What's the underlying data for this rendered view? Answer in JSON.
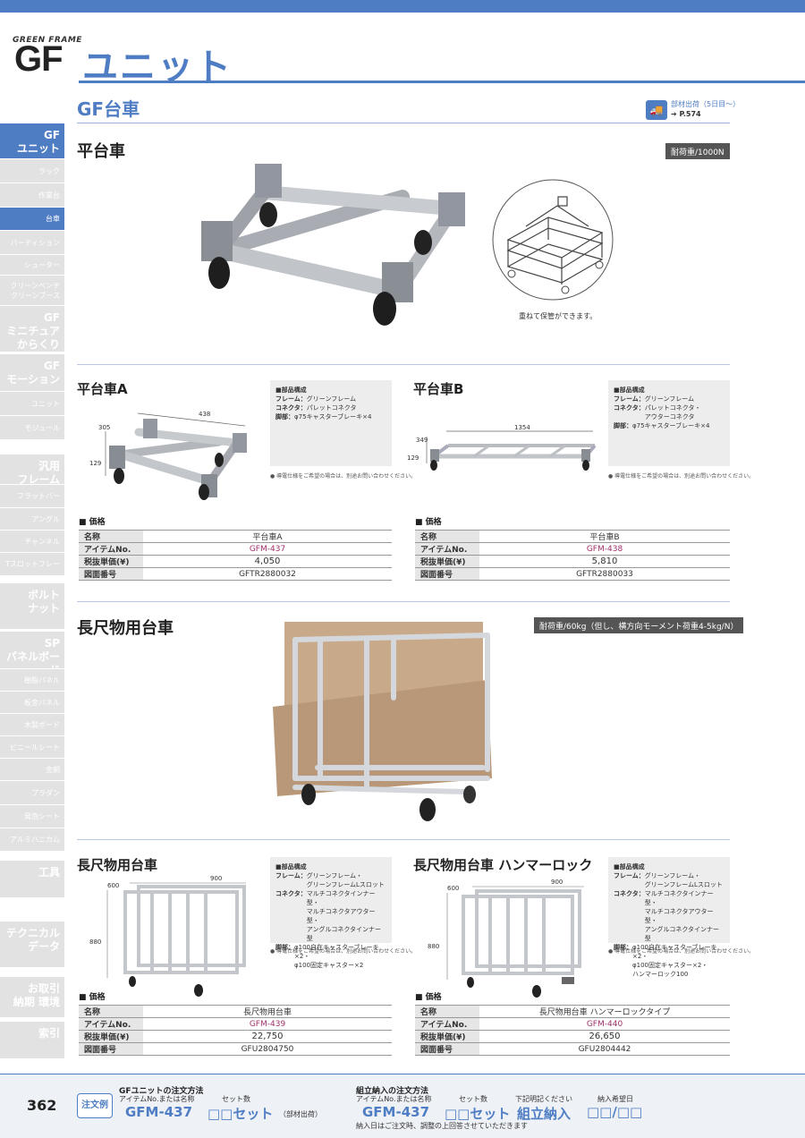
{
  "header": {
    "brand_small": "GREEN FRAME",
    "brand_gf": "GF",
    "brand_unit": "ユニット",
    "section_title": "GF台車",
    "ship_line1": "部材出荷（5日目〜）",
    "ship_ref": "➔ P.574",
    "accent_color": "#4f7dc4"
  },
  "sidebar": [
    {
      "label": "GF\nユニット",
      "group": true,
      "state": "active"
    },
    {
      "label": "ラック"
    },
    {
      "label": "作業台"
    },
    {
      "label": "台車",
      "state": "active"
    },
    {
      "label": "パーティション"
    },
    {
      "label": "シューター"
    },
    {
      "label": "クリーンベンチ\nクリーンブース"
    },
    {
      "label": "GF\nミニチュア\nからくり",
      "group": true
    },
    {
      "label": "GF\nモーション",
      "group": true
    },
    {
      "label": "ユニット"
    },
    {
      "label": "モジュール"
    },
    {
      "label": "汎用\nフレーム",
      "group": true
    },
    {
      "label": "フラットバー"
    },
    {
      "label": "アングル"
    },
    {
      "label": "チャンネル"
    },
    {
      "label": "Tスロットフレーム"
    },
    {
      "label": "ボルト\nナット",
      "group": true
    },
    {
      "label": "SP\nパネルボード",
      "group": true
    },
    {
      "label": "樹脂パネル"
    },
    {
      "label": "板金パネル"
    },
    {
      "label": "木製ボード"
    },
    {
      "label": "ビニールシート"
    },
    {
      "label": "金網"
    },
    {
      "label": "プラダン"
    },
    {
      "label": "発泡シート"
    },
    {
      "label": "アルミハニカム"
    },
    {
      "label": "工具",
      "group": true
    },
    {
      "label": "テクニカル\nデータ",
      "group": true
    },
    {
      "label": "お取引\n納期 環境",
      "group": true
    },
    {
      "label": "索引",
      "group": true
    }
  ],
  "flat": {
    "title": "平台車",
    "load": "耐荷重/1000N",
    "stack_caption": "重ねて保管ができます。"
  },
  "flat_a": {
    "title": "平台車A",
    "dims": {
      "w": "438",
      "d": "305",
      "h": "129"
    },
    "spec_title": "■部品構成",
    "spec": [
      {
        "k": "フレーム",
        "v": "グリーンフレーム"
      },
      {
        "k": "コネクタ",
        "v": "パレットコネクタ"
      },
      {
        "k": "脚部",
        "v": "φ75キャスターブレーキ×4"
      }
    ],
    "note": "● 導電仕様をご希望の場合は、別途お問い合わせください。",
    "price_title": "■ 価格",
    "rows": [
      {
        "k": "名称",
        "v": "平台車A"
      },
      {
        "k": "アイテムNo.",
        "v": "GFM-437"
      },
      {
        "k": "税抜単価(¥)",
        "v": "4,050"
      },
      {
        "k": "図面番号",
        "v": "GFTR2880032"
      }
    ]
  },
  "flat_b": {
    "title": "平台車B",
    "dims": {
      "w": "1354",
      "d": "349",
      "h": "129"
    },
    "spec_title": "■部品構成",
    "spec": [
      {
        "k": "フレーム",
        "v": "グリーンフレーム"
      },
      {
        "k": "コネクタ",
        "v": "パレットコネクタ・\nアウターコネクタ"
      },
      {
        "k": "脚部",
        "v": "φ75キャスターブレーキ×4"
      }
    ],
    "note": "● 導電仕様をご希望の場合は、別途お問い合わせください。",
    "price_title": "■ 価格",
    "rows": [
      {
        "k": "名称",
        "v": "平台車B"
      },
      {
        "k": "アイテムNo.",
        "v": "GFM-438"
      },
      {
        "k": "税抜単価(¥)",
        "v": "5,810"
      },
      {
        "k": "図面番号",
        "v": "GFTR2880033"
      }
    ]
  },
  "long": {
    "title": "長尺物用台車",
    "load": "耐荷重/60kg（但し、横方向モーメント荷重4-5kg/N）"
  },
  "long_a": {
    "title": "長尺物用台車",
    "dims": {
      "w": "900",
      "d": "600",
      "h": "880"
    },
    "spec_title": "■部品構成",
    "spec": [
      {
        "k": "フレーム",
        "v": "グリーンフレーム・\nグリーンフレームLスロット"
      },
      {
        "k": "コネクタ",
        "v": "マルチコネクタインナー型・\nマルチコネクタアウター型・\nアングルコネクタインナー型"
      },
      {
        "k": "脚部",
        "v": "φ100自在キャスターブレーキ×2・\nφ100固定キャスター×2"
      }
    ],
    "note": "● 導電仕様をご希望の場合は、別途お問い合わせください。",
    "price_title": "■ 価格",
    "rows": [
      {
        "k": "名称",
        "v": "長尺物用台車"
      },
      {
        "k": "アイテムNo.",
        "v": "GFM-439"
      },
      {
        "k": "税抜単価(¥)",
        "v": "22,750"
      },
      {
        "k": "図面番号",
        "v": "GFU2804750"
      }
    ]
  },
  "long_b": {
    "title": "長尺物用台車 ハンマーロック",
    "dims": {
      "w": "900",
      "d": "600",
      "h": "880"
    },
    "spec_title": "■部品構成",
    "spec": [
      {
        "k": "フレーム",
        "v": "グリーンフレーム・\nグリーンフレームLスロット"
      },
      {
        "k": "コネクタ",
        "v": "マルチコネクタインナー型・\nマルチコネクタアウター型・\nアングルコネクタインナー型"
      },
      {
        "k": "脚部",
        "v": "φ100自在キャスターブレーキ×2・\nφ100固定キャスター×2・\nハンマーロック100"
      }
    ],
    "note": "● 導電仕様をご希望の場合は、別途お問い合わせください。",
    "price_title": "■ 価格",
    "rows": [
      {
        "k": "名称",
        "v": "長尺物用台車 ハンマーロックタイプ"
      },
      {
        "k": "アイテムNo.",
        "v": "GFM-440"
      },
      {
        "k": "税抜単価(¥)",
        "v": "26,650"
      },
      {
        "k": "図面番号",
        "v": "GFU2804442"
      }
    ]
  },
  "footer": {
    "page": "362",
    "order_badge": "注文例",
    "left_title": "GFユニットの注文方法",
    "left_item_label": "アイテムNo.または名称",
    "left_set_label": "セット数",
    "left_code": "GFM-437",
    "left_set": "□□セット",
    "left_suffix": "（部材出荷）",
    "right_title": "組立納入の注文方法",
    "right_item_label": "アイテムNo.または名称",
    "right_set_label": "セット数",
    "right_spec_label": "下記明記ください",
    "right_date_label": "納入希望日",
    "right_code": "GFM-437",
    "right_set": "□□セット",
    "right_assembly": "組立納入",
    "right_date": "□□/□□",
    "right_note": "納入日はご注文時、調整の上回答させていただきます"
  }
}
